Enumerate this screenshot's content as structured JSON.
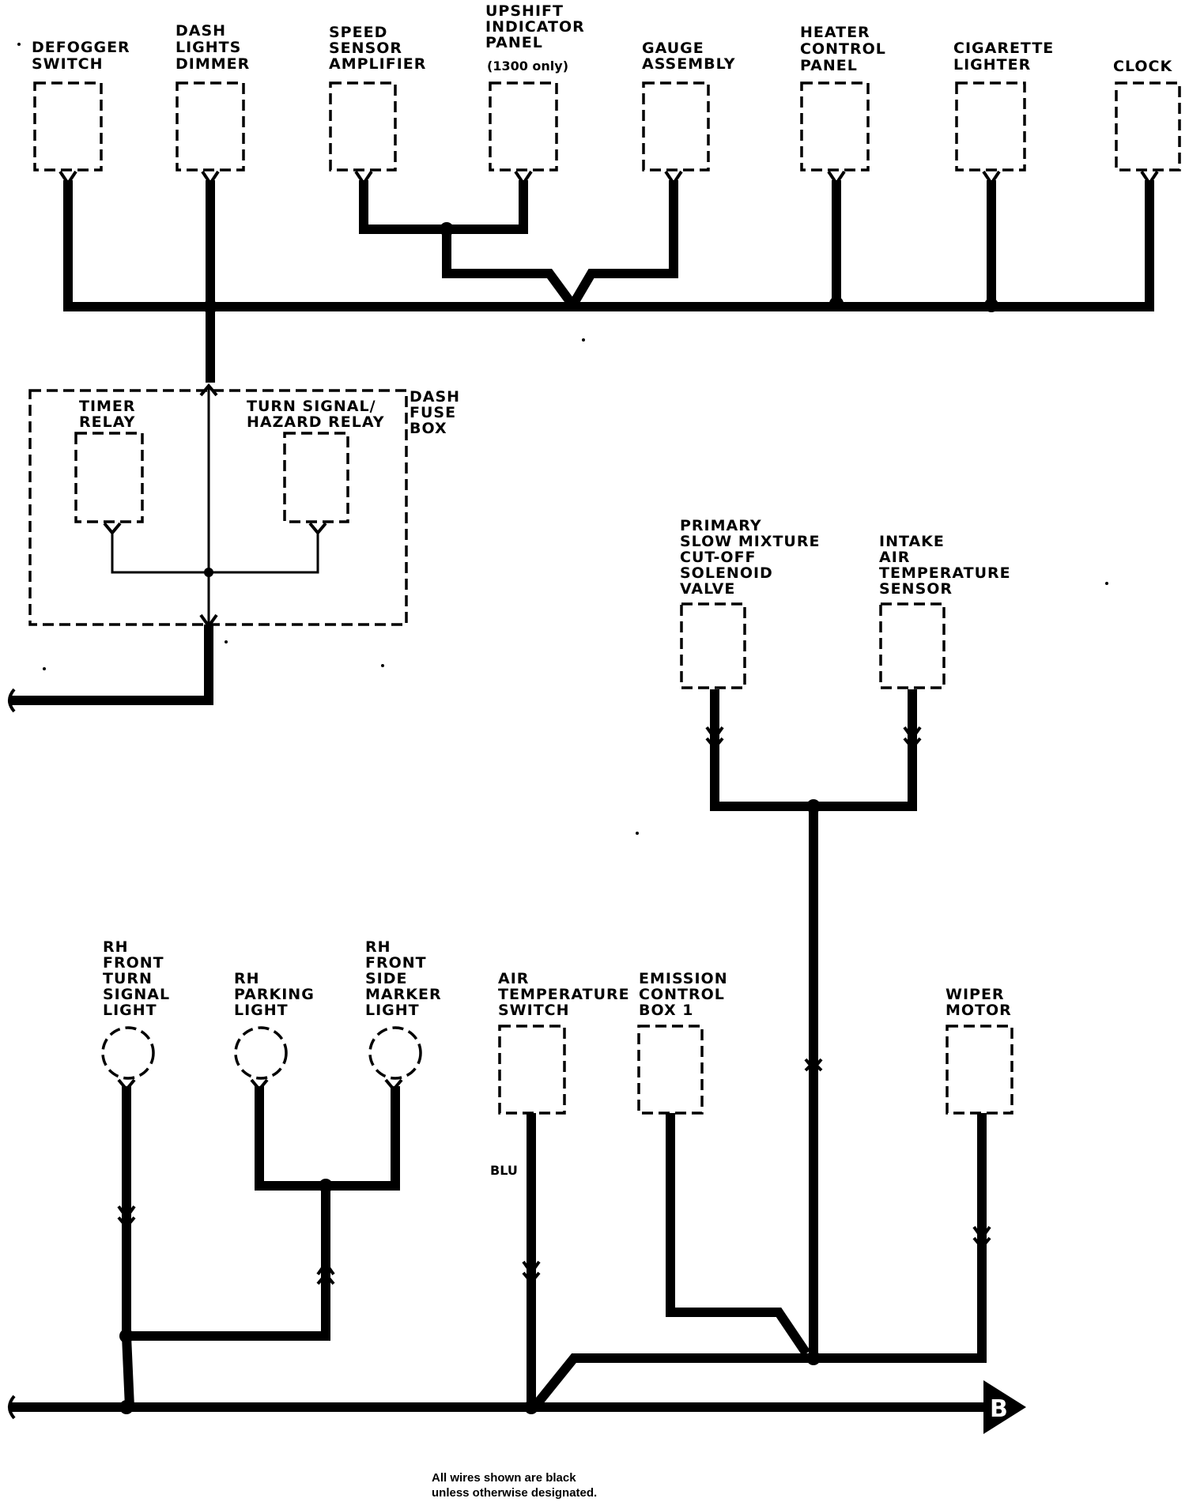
{
  "components": {
    "defogger_switch": [
      "DEFOGGER",
      "SWITCH"
    ],
    "dash_lights_dimmer": [
      "DASH",
      "LIGHTS",
      "DIMMER"
    ],
    "speed_sensor_amplifier": [
      "SPEED",
      "SENSOR",
      "AMPLIFIER"
    ],
    "upshift_indicator_panel": [
      "UPSHIFT",
      "INDICATOR",
      "PANEL",
      "(1300 only)"
    ],
    "gauge_assembly": [
      "GAUGE",
      "ASSEMBLY"
    ],
    "heater_control_panel": [
      "HEATER",
      "CONTROL",
      "PANEL"
    ],
    "cigarette_lighter": [
      "CIGARETTE",
      "LIGHTER"
    ],
    "clock": [
      "CLOCK"
    ],
    "timer_relay": [
      "TIMER",
      "RELAY"
    ],
    "turn_signal_hazard_relay": [
      "TURN SIGNAL/",
      "HAZARD RELAY"
    ],
    "dash_fuse_box": [
      "DASH",
      "FUSE",
      "BOX"
    ],
    "primary_slow_mixture_valve": [
      "PRIMARY",
      "SLOW MIXTURE",
      "CUT-OFF",
      "SOLENOID",
      "VALVE"
    ],
    "intake_air_temperature_sensor": [
      "INTAKE",
      "AIR",
      "TEMPERATURE",
      "SENSOR"
    ],
    "rh_front_turn_signal_light": [
      "RH",
      "FRONT",
      "TURN",
      "SIGNAL",
      "LIGHT"
    ],
    "rh_parking_light": [
      "RH",
      "PARKING",
      "LIGHT"
    ],
    "rh_front_side_marker_light": [
      "RH",
      "FRONT",
      "SIDE",
      "MARKER",
      "LIGHT"
    ],
    "air_temperature_switch": [
      "AIR",
      "TEMPERATURE",
      "SWITCH"
    ],
    "emission_control_box": [
      "EMISSION",
      "CONTROL",
      "BOX 1"
    ],
    "wiper_motor": [
      "WIPER",
      "MOTOR"
    ]
  },
  "wire_labels": {
    "blu": "BLU"
  },
  "ground_marker": "B",
  "footnote": [
    "All wires shown are black",
    "unless otherwise designated."
  ]
}
